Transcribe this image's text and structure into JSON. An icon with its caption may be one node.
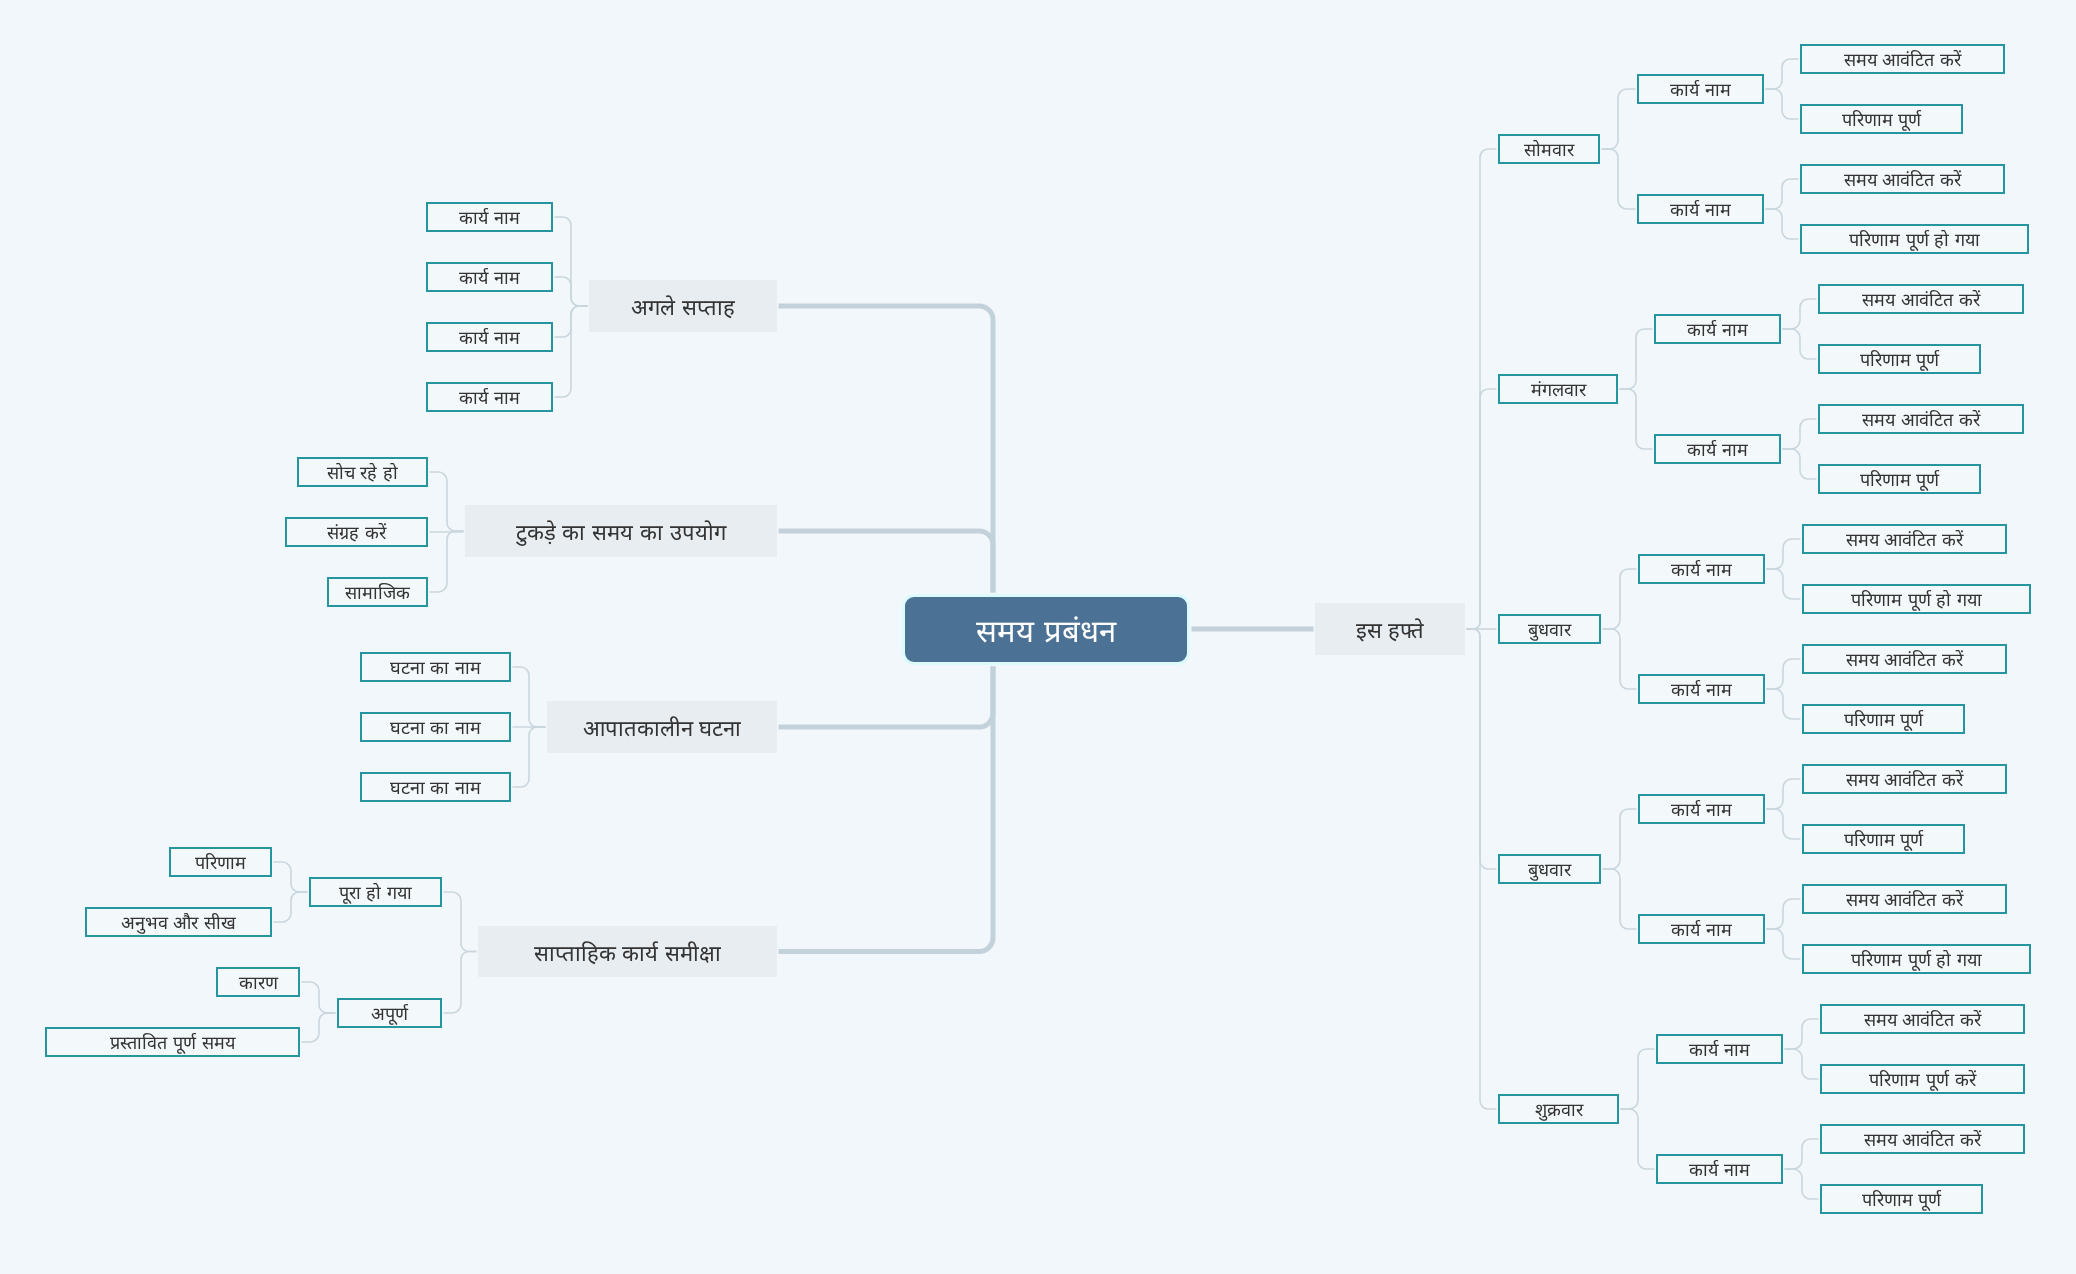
{
  "diagram": {
    "nodes": [
      {
        "text": [
          "समय प्रबंधन"
        ]
      },
      {
        "text": [
          "अगले सप्ताह"
        ]
      },
      {
        "text": [
          "कार्य नाम"
        ]
      },
      {
        "text": [
          "कार्य नाम"
        ]
      },
      {
        "text": [
          "कार्य नाम"
        ]
      },
      {
        "text": [
          "कार्य नाम"
        ]
      },
      {
        "text": [
          "टुकड़े का समय का उपयोग"
        ]
      },
      {
        "text": [
          "सोच रहे हो"
        ]
      },
      {
        "text": [
          "संग्रह करें"
        ]
      },
      {
        "text": [
          "सामाजिक"
        ]
      },
      {
        "text": [
          "आपातकालीन घटना"
        ]
      },
      {
        "text": [
          "घटना का नाम"
        ]
      },
      {
        "text": [
          "घटना का नाम"
        ]
      },
      {
        "text": [
          "घटना का नाम"
        ]
      },
      {
        "text": [
          "साप्ताहिक कार्य समीक्षा"
        ]
      },
      {
        "text": [
          "पूरा हो गया"
        ]
      },
      {
        "text": [
          "परिणाम"
        ]
      },
      {
        "text": [
          "अनुभव और सीख"
        ]
      },
      {
        "text": [
          "अपूर्ण"
        ]
      },
      {
        "text": [
          "कारण"
        ]
      },
      {
        "text": [
          "प्रस्तावित पूर्ण समय"
        ]
      },
      {
        "text": [
          "इस हफ्ते"
        ]
      },
      {
        "text": [
          "सोमवार"
        ]
      },
      {
        "text": [
          "कार्य नाम"
        ]
      },
      {
        "text": [
          "समय आवंटित करें"
        ]
      },
      {
        "text": [
          "परिणाम पूर्ण"
        ]
      },
      {
        "text": [
          "कार्य नाम"
        ]
      },
      {
        "text": [
          "समय आवंटित करें"
        ]
      },
      {
        "text": [
          "परिणाम पूर्ण हो गया"
        ]
      },
      {
        "text": [
          "मंगलवार"
        ]
      },
      {
        "text": [
          "कार्य नाम"
        ]
      },
      {
        "text": [
          "समय आवंटित करें"
        ]
      },
      {
        "text": [
          "परिणाम पूर्ण"
        ]
      },
      {
        "text": [
          "कार्य नाम"
        ]
      },
      {
        "text": [
          "समय आवंटित करें"
        ]
      },
      {
        "text": [
          "परिणाम पूर्ण"
        ]
      },
      {
        "text": [
          "बुधवार"
        ]
      },
      {
        "text": [
          "कार्य नाम"
        ]
      },
      {
        "text": [
          "समय आवंटित करें"
        ]
      },
      {
        "text": [
          "परिणाम पूर्ण हो गया"
        ]
      },
      {
        "text": [
          "कार्य नाम"
        ]
      },
      {
        "text": [
          "समय आवंटित करें"
        ]
      },
      {
        "text": [
          "परिणाम पूर्ण"
        ]
      },
      {
        "text": [
          "बुधवार"
        ]
      },
      {
        "text": [
          "कार्य नाम"
        ]
      },
      {
        "text": [
          "समय आवंटित करें"
        ]
      },
      {
        "text": [
          "परिणाम पूर्ण"
        ]
      },
      {
        "text": [
          "कार्य नाम"
        ]
      },
      {
        "text": [
          "समय आवंटित करें"
        ]
      },
      {
        "text": [
          "परिणाम पूर्ण हो गया"
        ]
      },
      {
        "text": [
          "शुक्रवार"
        ]
      },
      {
        "text": [
          "कार्य नाम"
        ]
      },
      {
        "text": [
          "समय आवंटित करें"
        ]
      },
      {
        "text": [
          "परिणाम पूर्ण करें"
        ]
      },
      {
        "text": [
          "कार्य नाम"
        ]
      },
      {
        "text": [
          "समय आवंटित करें"
        ]
      },
      {
        "text": [
          "परिणाम पूर्ण"
        ]
      }
    ],
    "edges": [
      {
        "from": 0,
        "to": 1,
        "arrow": "none",
        "style": "thick"
      },
      {
        "from": 1,
        "to": 2,
        "arrow": "none"
      },
      {
        "from": 1,
        "to": 3,
        "arrow": "none"
      },
      {
        "from": 1,
        "to": 4,
        "arrow": "none"
      },
      {
        "from": 1,
        "to": 5,
        "arrow": "none"
      },
      {
        "from": 0,
        "to": 6,
        "arrow": "none",
        "style": "thick"
      },
      {
        "from": 6,
        "to": 7,
        "arrow": "none"
      },
      {
        "from": 6,
        "to": 8,
        "arrow": "none"
      },
      {
        "from": 6,
        "to": 9,
        "arrow": "none"
      },
      {
        "from": 0,
        "to": 10,
        "arrow": "none",
        "style": "thick"
      },
      {
        "from": 10,
        "to": 11,
        "arrow": "none"
      },
      {
        "from": 10,
        "to": 12,
        "arrow": "none"
      },
      {
        "from": 10,
        "to": 13,
        "arrow": "none"
      },
      {
        "from": 0,
        "to": 14,
        "arrow": "none",
        "style": "thick"
      },
      {
        "from": 14,
        "to": 15,
        "arrow": "none"
      },
      {
        "from": 15,
        "to": 16,
        "arrow": "none"
      },
      {
        "from": 15,
        "to": 17,
        "arrow": "none"
      },
      {
        "from": 14,
        "to": 18,
        "arrow": "none"
      },
      {
        "from": 18,
        "to": 19,
        "arrow": "none"
      },
      {
        "from": 18,
        "to": 20,
        "arrow": "none"
      },
      {
        "from": 0,
        "to": 21,
        "arrow": "none",
        "style": "thick"
      },
      {
        "from": 21,
        "to": 22,
        "arrow": "none"
      },
      {
        "from": 22,
        "to": 23,
        "arrow": "none"
      },
      {
        "from": 23,
        "to": 24,
        "arrow": "none"
      },
      {
        "from": 23,
        "to": 25,
        "arrow": "none"
      },
      {
        "from": 22,
        "to": 26,
        "arrow": "none"
      },
      {
        "from": 26,
        "to": 27,
        "arrow": "none"
      },
      {
        "from": 26,
        "to": 28,
        "arrow": "none"
      },
      {
        "from": 21,
        "to": 29,
        "arrow": "none"
      },
      {
        "from": 29,
        "to": 30,
        "arrow": "none"
      },
      {
        "from": 30,
        "to": 31,
        "arrow": "none"
      },
      {
        "from": 30,
        "to": 32,
        "arrow": "none"
      },
      {
        "from": 29,
        "to": 33,
        "arrow": "none"
      },
      {
        "from": 33,
        "to": 34,
        "arrow": "none"
      },
      {
        "from": 33,
        "to": 35,
        "arrow": "none"
      },
      {
        "from": 21,
        "to": 36,
        "arrow": "none"
      },
      {
        "from": 36,
        "to": 37,
        "arrow": "none"
      },
      {
        "from": 37,
        "to": 38,
        "arrow": "none"
      },
      {
        "from": 37,
        "to": 39,
        "arrow": "none"
      },
      {
        "from": 36,
        "to": 40,
        "arrow": "none"
      },
      {
        "from": 40,
        "to": 41,
        "arrow": "none"
      },
      {
        "from": 40,
        "to": 42,
        "arrow": "none"
      },
      {
        "from": 21,
        "to": 43,
        "arrow": "none"
      },
      {
        "from": 43,
        "to": 44,
        "arrow": "none"
      },
      {
        "from": 44,
        "to": 45,
        "arrow": "none"
      },
      {
        "from": 44,
        "to": 46,
        "arrow": "none"
      },
      {
        "from": 43,
        "to": 47,
        "arrow": "none"
      },
      {
        "from": 47,
        "to": 48,
        "arrow": "none"
      },
      {
        "from": 47,
        "to": 49,
        "arrow": "none"
      },
      {
        "from": 21,
        "to": 50,
        "arrow": "none"
      },
      {
        "from": 50,
        "to": 51,
        "arrow": "none"
      },
      {
        "from": 51,
        "to": 52,
        "arrow": "none"
      },
      {
        "from": 51,
        "to": 53,
        "arrow": "none"
      },
      {
        "from": 50,
        "to": 54,
        "arrow": "none"
      },
      {
        "from": 54,
        "to": 55,
        "arrow": "none"
      },
      {
        "from": 54,
        "to": 56,
        "arrow": "none"
      }
    ]
  }
}
